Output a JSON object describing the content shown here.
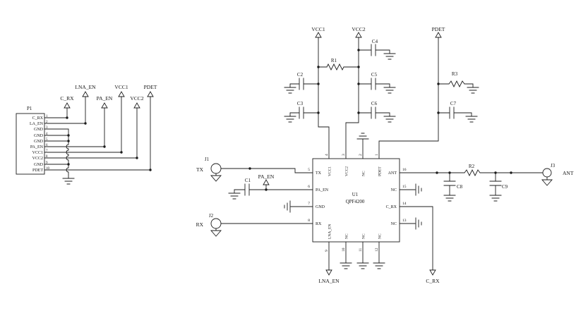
{
  "colors": {
    "ink": "#1c1c1c",
    "background": "#ffffff"
  },
  "p1": {
    "ref": "P1",
    "pins": [
      {
        "num": "1",
        "name": "C_RX"
      },
      {
        "num": "2",
        "name": "LA_EN"
      },
      {
        "num": "3",
        "name": "GND"
      },
      {
        "num": "4",
        "name": "GND"
      },
      {
        "num": "5",
        "name": "GND"
      },
      {
        "num": "6",
        "name": "PA_EN"
      },
      {
        "num": "7",
        "name": "VCC1"
      },
      {
        "num": "8",
        "name": "VCC2"
      },
      {
        "num": "9",
        "name": "GND"
      },
      {
        "num": "10",
        "name": "PDET"
      }
    ]
  },
  "breakout_ports": [
    {
      "name": "C_RX"
    },
    {
      "name": "LNA_EN"
    },
    {
      "name": "PA_EN"
    },
    {
      "name": "VCC1"
    },
    {
      "name": "VCC2"
    },
    {
      "name": "PDET"
    }
  ],
  "rails": {
    "vcc1": "VCC1",
    "vcc2": "VCC2",
    "pdet": "PDET"
  },
  "components": {
    "r1": "R1",
    "r2": "R2",
    "r3": "R3",
    "c1": "C1",
    "c2": "C2",
    "c3": "C3",
    "c4": "C4",
    "c5": "C5",
    "c6": "C6",
    "c7": "C7",
    "c8": "C8",
    "c9": "C9"
  },
  "u1": {
    "ref": "U1",
    "part": "QPF4200",
    "left": [
      {
        "num": "5",
        "name": "TX"
      },
      {
        "num": "6",
        "name": "PA_EN"
      },
      {
        "num": "7",
        "name": "GND"
      },
      {
        "num": "8",
        "name": "RX"
      }
    ],
    "right": [
      {
        "num": "16",
        "name": "ANT"
      },
      {
        "num": "15",
        "name": "NC"
      },
      {
        "num": "14",
        "name": "C_RX"
      },
      {
        "num": "13",
        "name": "NC"
      }
    ],
    "top": [
      {
        "num": "4",
        "name": "VCC1"
      },
      {
        "num": "3",
        "name": "VCC2"
      },
      {
        "num": "2",
        "name": "NC"
      },
      {
        "num": "1",
        "name": "PDET"
      }
    ],
    "bottom": [
      {
        "num": "9",
        "name": "LNA_EN"
      },
      {
        "num": "10",
        "name": "NC"
      },
      {
        "num": "11",
        "name": "NC"
      },
      {
        "num": "12",
        "name": "NC"
      }
    ]
  },
  "connectors": {
    "j1": {
      "ref": "J1",
      "signal": "TX"
    },
    "j2": {
      "ref": "J2",
      "signal": "RX"
    },
    "j3": {
      "ref": "J3",
      "signal": "ANT"
    }
  },
  "inline_ports": {
    "pa_en": "PA_EN"
  },
  "bottom_ports": {
    "lna_en": "LNA_EN",
    "c_rx": "C_RX"
  }
}
